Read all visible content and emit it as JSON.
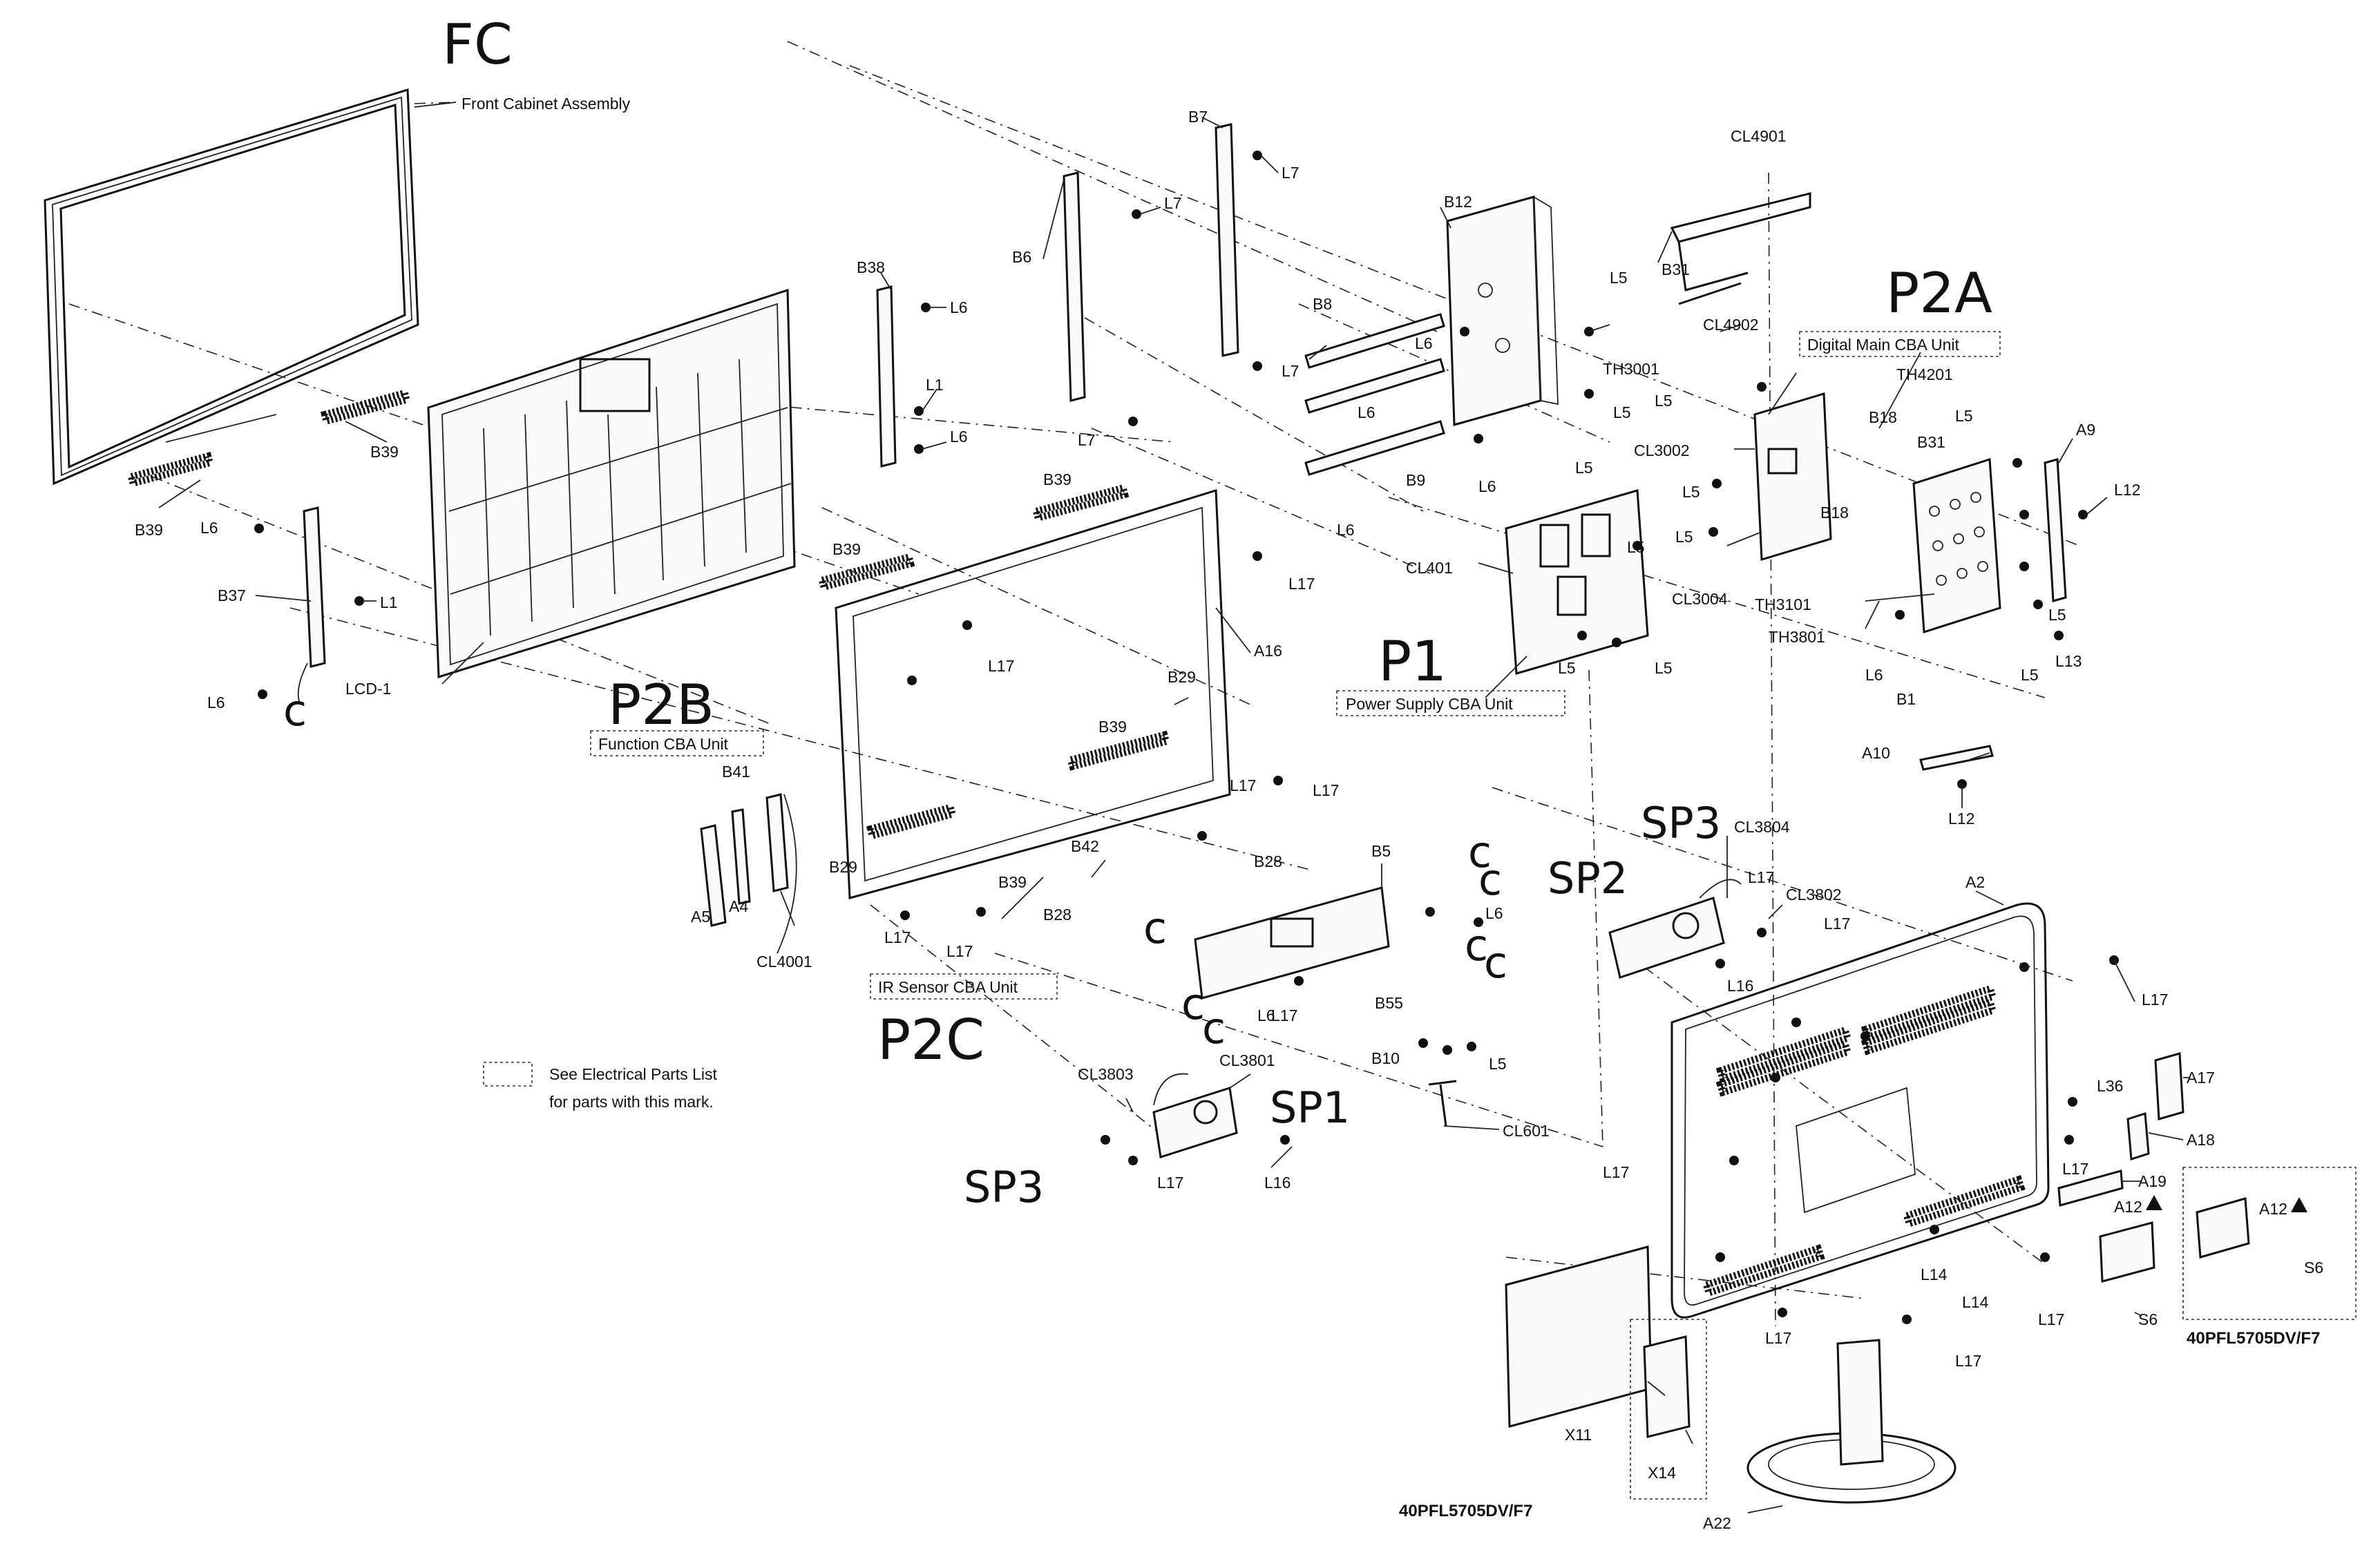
{
  "handwritten": {
    "fc": "FC",
    "p2a": "P2A",
    "p2b": "P2B",
    "p2c": "P2C",
    "p1": "P1",
    "sp1": "SP1",
    "sp2": "SP2",
    "sp3_top": "SP3",
    "sp3_bottom": "SP3",
    "c_mark": "c"
  },
  "callouts": {
    "front_cabinet": "Front Cabinet Assembly",
    "digital_main": "Digital Main CBA Unit",
    "power_supply": "Power Supply CBA Unit",
    "function_cba": "Function CBA Unit",
    "ir_sensor": "IR Sensor CBA Unit",
    "model_right": "40PFL5705DV/F7",
    "model_bottom": "40PFL5705DV/F7"
  },
  "legend": {
    "line1": "See Electrical Parts List",
    "line2": "for parts with this mark."
  },
  "parts": {
    "a2": "A2",
    "a4": "A4",
    "a5": "A5",
    "a9": "A9",
    "a10": "A10",
    "a12": "A12",
    "a16": "A16",
    "a17": "A17",
    "a18": "A18",
    "a19": "A19",
    "a22": "A22",
    "b1": "B1",
    "b5": "B5",
    "b6": "B6",
    "b7": "B7",
    "b8": "B8",
    "b9": "B9",
    "b10": "B10",
    "b12": "B12",
    "b18": "B18",
    "b28": "B28",
    "b29": "B29",
    "b31": "B31",
    "b37": "B37",
    "b38": "B38",
    "b39": "B39",
    "b41": "B41",
    "b42": "B42",
    "b55": "B55",
    "cl401": "CL401",
    "cl601": "CL601",
    "cl3002": "CL3002",
    "cl3004": "CL3004",
    "cl3801": "CL3801",
    "cl3802": "CL3802",
    "cl3803": "CL3803",
    "cl3804": "CL3804",
    "cl4001": "CL4001",
    "cl4901": "CL4901",
    "cl4902": "CL4902",
    "l1": "L1",
    "l5": "L5",
    "l6": "L6",
    "l7": "L7",
    "l12": "L12",
    "l13": "L13",
    "l14": "L14",
    "l16": "L16",
    "l17": "L17",
    "l36": "L36",
    "lcd1": "LCD-1",
    "s6": "S6",
    "th3001": "TH3001",
    "th3101": "TH3101",
    "th3801": "TH3801",
    "th4201": "TH4201",
    "x11": "X11",
    "x14": "X14"
  }
}
